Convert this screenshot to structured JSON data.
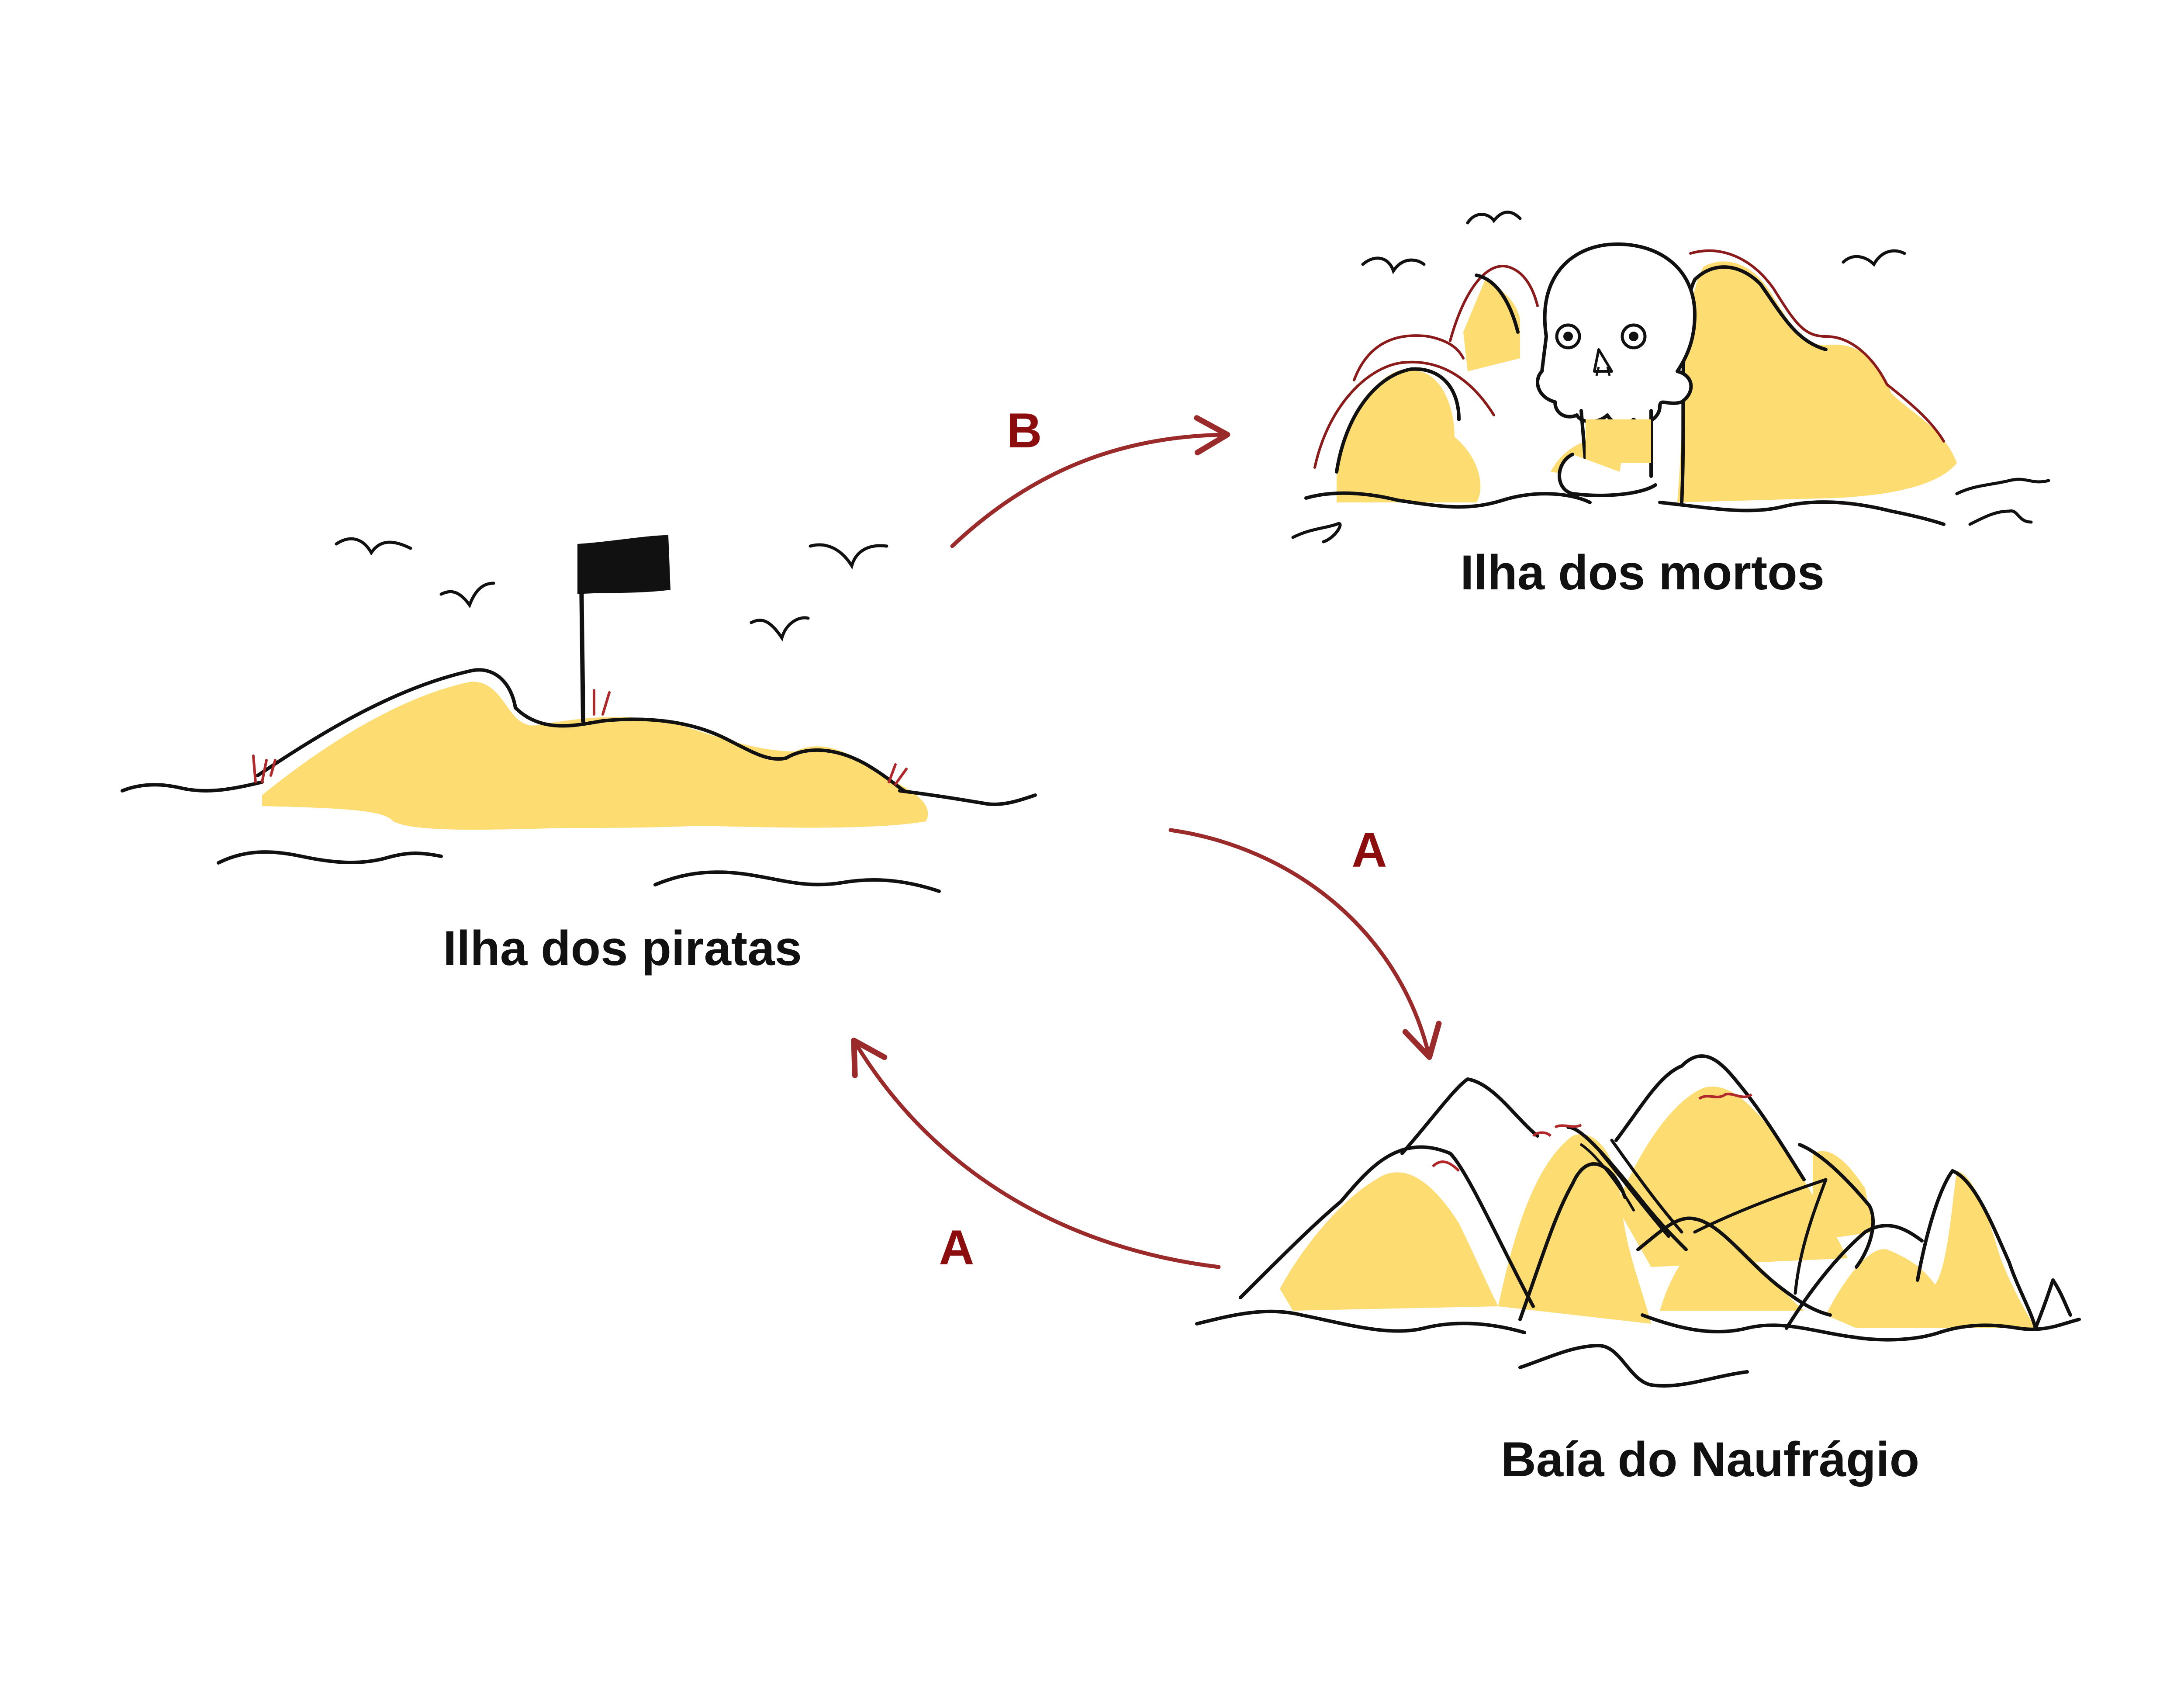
{
  "diagram": {
    "nodes": [
      {
        "id": "pirates",
        "label": "Ilha dos piratas"
      },
      {
        "id": "dead",
        "label": "Ilha dos mortos"
      },
      {
        "id": "shipwreck",
        "label": "Baía do Naufrágio"
      }
    ],
    "edges": [
      {
        "from": "pirates",
        "to": "dead",
        "label": "B"
      },
      {
        "from": "pirates",
        "to": "shipwreck",
        "label": "A"
      },
      {
        "from": "shipwreck",
        "to": "pirates",
        "label": "A"
      }
    ]
  },
  "colors": {
    "sand": "#fddc72",
    "ink": "#111111",
    "arrow": "#9b2b2b",
    "edge_label": "#8b0d0d",
    "grass": "#b0282a"
  },
  "icons": {
    "pirates": "island-with-black-flag",
    "dead": "island-with-skull",
    "shipwreck": "jagged-rocks"
  }
}
